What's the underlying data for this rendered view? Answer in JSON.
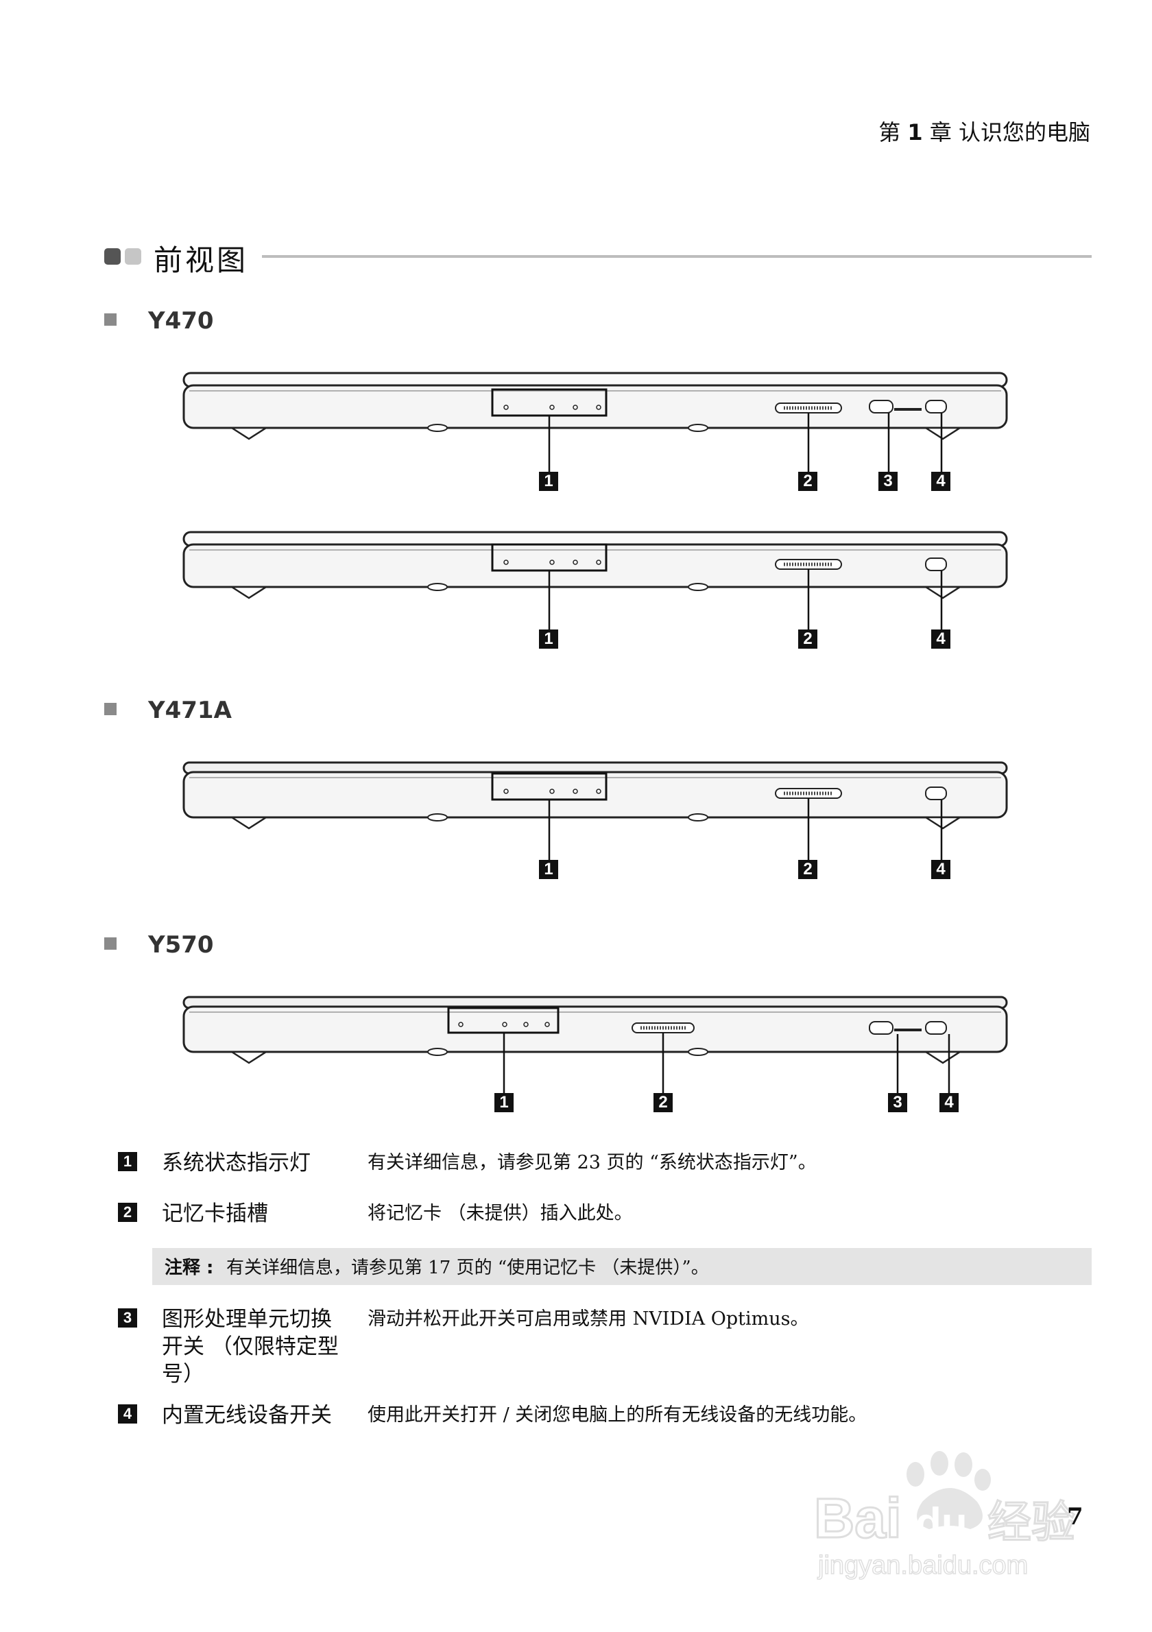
{
  "header": {
    "chapter_prefix": "第",
    "chapter_number": "1",
    "chapter_suffix": "章 认识您的电脑"
  },
  "section": {
    "title": "前视图"
  },
  "models": [
    {
      "name": "Y470",
      "views": [
        {
          "callouts": [
            "1",
            "2",
            "3",
            "4"
          ]
        },
        {
          "callouts": [
            "1",
            "2",
            "4"
          ]
        }
      ]
    },
    {
      "name": "Y471A",
      "views": [
        {
          "callouts": [
            "1",
            "2",
            "4"
          ]
        }
      ]
    },
    {
      "name": "Y570",
      "views": [
        {
          "callouts": [
            "1",
            "2",
            "3",
            "4"
          ]
        }
      ]
    }
  ],
  "descriptions": [
    {
      "num": "1",
      "label": "系统状态指示灯",
      "text": "有关详细信息，请参见第 23 页的 “系统状态指示灯”。"
    },
    {
      "num": "2",
      "label": "记忆卡插槽",
      "text": "将记忆卡 （未提供）插入此处。"
    },
    {
      "num": "3",
      "label": "图形处理单元切换开关 （仅限特定型号）",
      "text": "滑动并松开此开关可启用或禁用 NVIDIA Optimus。"
    },
    {
      "num": "4",
      "label": "内置无线设备开关",
      "text": "使用此开关打开 / 关闭您电脑上的所有无线设备的无线功能。"
    }
  ],
  "note": {
    "label": "注释 :",
    "text": "有关详细信息，请参见第 17 页的 “使用记忆卡 （未提供）”。"
  },
  "page_number": "7",
  "watermark": {
    "brand": "Baidu经验",
    "url": "jingyan.baidu.com"
  },
  "colors": {
    "callout_bg": "#111111",
    "note_bg": "#e4e4e4",
    "rule": "#bdbdbd"
  }
}
